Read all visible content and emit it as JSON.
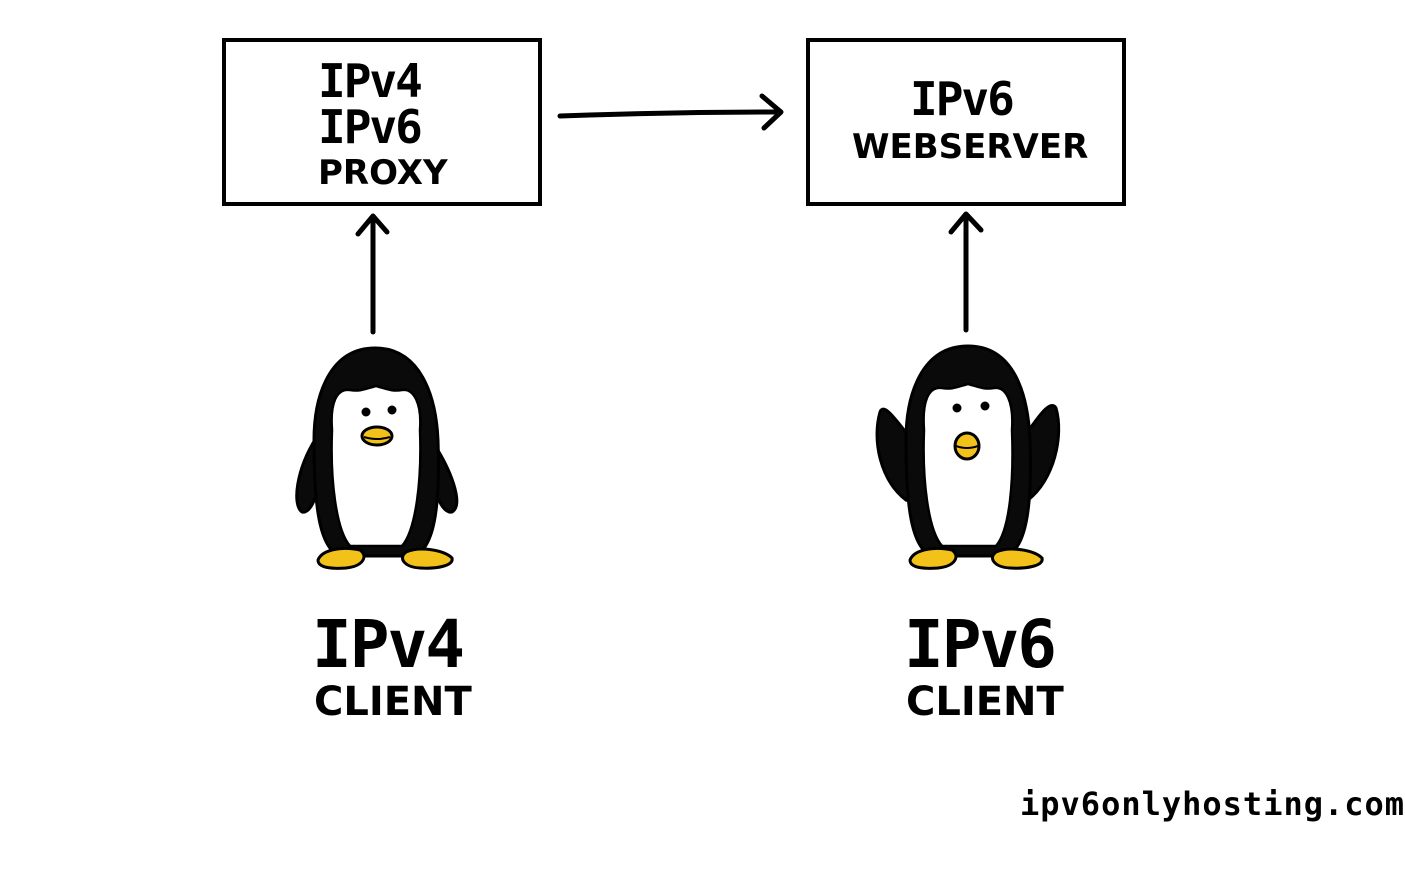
{
  "proxy_box": {
    "line1": "IPv4",
    "line2": "IPv6",
    "line3": "PROXY"
  },
  "webserver_box": {
    "line1": "IPv6",
    "line2": "WEBSERVER"
  },
  "client_ipv4": {
    "protocol": "IPv4",
    "label": "CLIENT"
  },
  "client_ipv6": {
    "protocol": "IPv6",
    "label": "CLIENT"
  },
  "watermark": "ipv6onlyhosting.com",
  "colors": {
    "ink": "#000000",
    "penguin_body": "#0a0a0a",
    "penguin_belly": "#ffffff",
    "beak": "#f2c21b",
    "feet": "#f2c21b"
  }
}
